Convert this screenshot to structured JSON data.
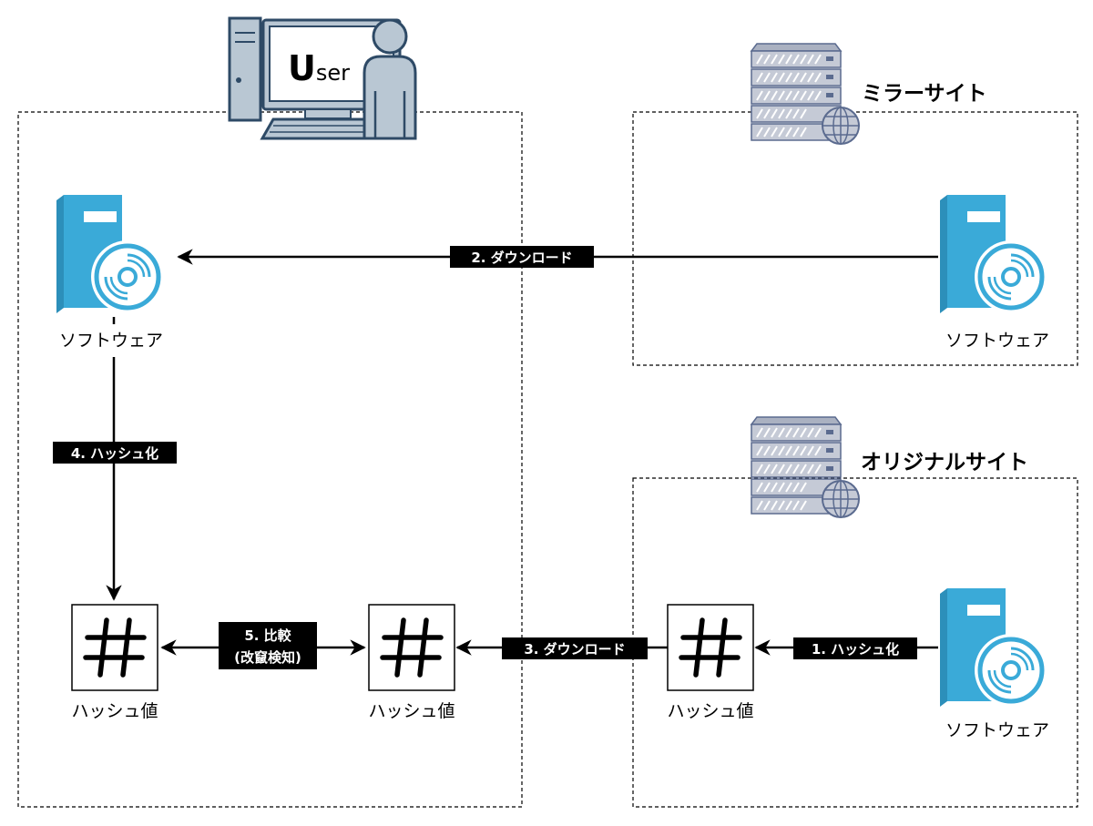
{
  "zones": {
    "mirror_title": "ミラーサイト",
    "original_title": "オリジナルサイト"
  },
  "user": {
    "initial": "U",
    "rest": "ser"
  },
  "nodes": {
    "user_software": "ソフトウェア",
    "mirror_software": "ソフトウェア",
    "original_software": "ソフトウェア",
    "user_hash": "ハッシュ値",
    "downloaded_hash": "ハッシュ値",
    "original_hash": "ハッシュ値"
  },
  "edges": {
    "step1": "1. ハッシュ化",
    "step2": "2. ダウンロード",
    "step3": "3. ダウンロード",
    "step4": "4. ハッシュ化",
    "step5_line1": "5. 比較",
    "step5_line2": "(改竄検知)"
  },
  "colors": {
    "software_blue": "#3aaad8",
    "server_fill": "#c5cad6",
    "server_stroke": "#5b6b8f",
    "computer_fill": "#b9c7d3",
    "computer_stroke": "#2e4a66"
  },
  "icons": {
    "software": "software-package-icon",
    "server": "web-server-icon",
    "hash": "hash-icon",
    "user": "user-computer-icon"
  }
}
